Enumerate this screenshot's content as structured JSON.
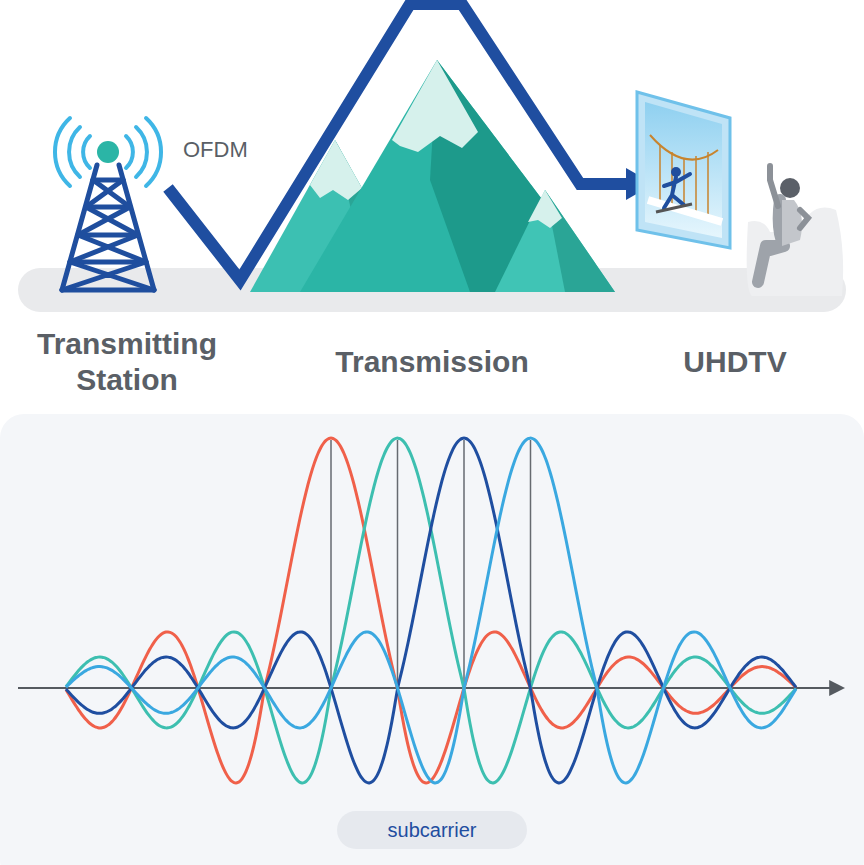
{
  "diagram": {
    "nodes": [
      {
        "text": [
          "subcarrier"
        ]
      }
    ],
    "labels": [
      "OFDM",
      "Transmitting Station",
      "Transmission",
      "UHDTV"
    ]
  }
}
